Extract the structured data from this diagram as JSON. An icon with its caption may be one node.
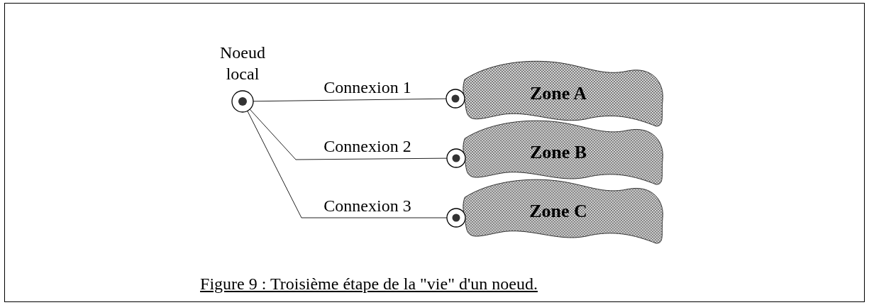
{
  "diagram": {
    "caption": "Figure 9 : Troisième étape de la \"vie\" d'un noeud.",
    "nodes": [
      {
        "text": [
          "Noeud local"
        ]
      },
      {
        "text": [
          "Zone A"
        ]
      },
      {
        "text": [
          "Zone B"
        ]
      },
      {
        "text": [
          "Zone C"
        ]
      },
      {
        "text": [],
        "shape": "circle"
      },
      {
        "text": [],
        "shape": "circle"
      },
      {
        "text": [],
        "shape": "circle"
      }
    ],
    "edges": [
      {
        "from": 0,
        "to": 4,
        "arrow": "none",
        "label": "Connexion 1"
      },
      {
        "from": 0,
        "to": 5,
        "arrow": "none",
        "label": "Connexion 2"
      },
      {
        "from": 0,
        "to": 6,
        "arrow": "none",
        "label": "Connexion 3"
      }
    ]
  }
}
